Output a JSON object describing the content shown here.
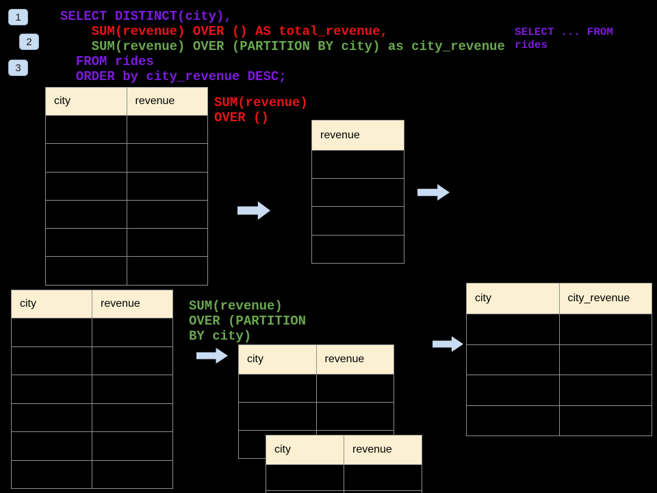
{
  "colors": {
    "purple": "#7E1BDC",
    "red": "#E81414",
    "green": "#6AA84F",
    "header_fill": "#FBF0D2",
    "arrow_fill": "#C8DCF2",
    "badge_fill": "#C8DCF2"
  },
  "badges": [
    {
      "label": "1"
    },
    {
      "label": "2"
    },
    {
      "label": "3"
    }
  ],
  "code": {
    "lines": [
      {
        "text": "SELECT DISTINCT(city),",
        "color": "purple"
      },
      {
        "text": "    SUM(revenue) OVER () AS total_revenue,",
        "color": "red"
      },
      {
        "text": "    SUM(revenue) OVER (PARTITION BY city) as city_revenue",
        "color": "green"
      },
      {
        "text": "  FROM rides",
        "color": "purple"
      },
      {
        "text": "  ORDER by city_revenue DESC;",
        "color": "purple"
      }
    ]
  },
  "side_note": {
    "lines": [
      "SELECT ... FROM",
      "rides"
    ],
    "color": "purple"
  },
  "labels": {
    "total_label": {
      "lines": [
        "SUM(revenue)",
        "OVER ()"
      ],
      "color": "red"
    },
    "partition_label": {
      "lines": [
        "SUM(revenue)",
        "OVER (PARTITION",
        "BY city)"
      ],
      "color": "green"
    }
  },
  "tables": {
    "source_top": {
      "columns": [
        "city",
        "revenue"
      ],
      "empty_rows": 6
    },
    "total_result": {
      "columns": [
        "revenue"
      ],
      "empty_rows": 4
    },
    "source_bottom": {
      "columns": [
        "city",
        "revenue"
      ],
      "empty_rows": 6
    },
    "partition_front": {
      "columns": [
        "city",
        "revenue"
      ],
      "empty_rows": 3
    },
    "partition_back": {
      "columns": [
        "city",
        "revenue"
      ],
      "empty_rows": 2
    },
    "city_result": {
      "columns": [
        "city",
        "city_revenue"
      ],
      "empty_rows": 4
    }
  }
}
